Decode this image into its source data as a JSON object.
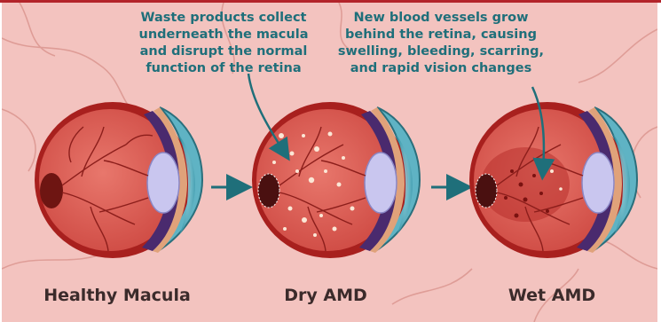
{
  "annotations": {
    "dry": [
      "Waste products collect",
      "underneath the macula",
      "and disrupt the normal",
      "function of the retina"
    ],
    "wet": [
      "New blood vessels grow",
      "behind the retina, causing",
      "swelling, bleeding, scarring,",
      "and rapid vision changes"
    ]
  },
  "labels": {
    "healthy": "Healthy Macula",
    "dry": "Dry AMD",
    "wet": "Wet AMD"
  },
  "colors": {
    "background": "#f3c3bf",
    "accent_teal": "#1f6f7a",
    "label_text": "#3b2b2b",
    "eye_outer": "#a8201e",
    "retina": "#d9584f",
    "iris": "#5fb3c4",
    "lens": "#c9c6ef",
    "top_border": "#b3242a"
  }
}
